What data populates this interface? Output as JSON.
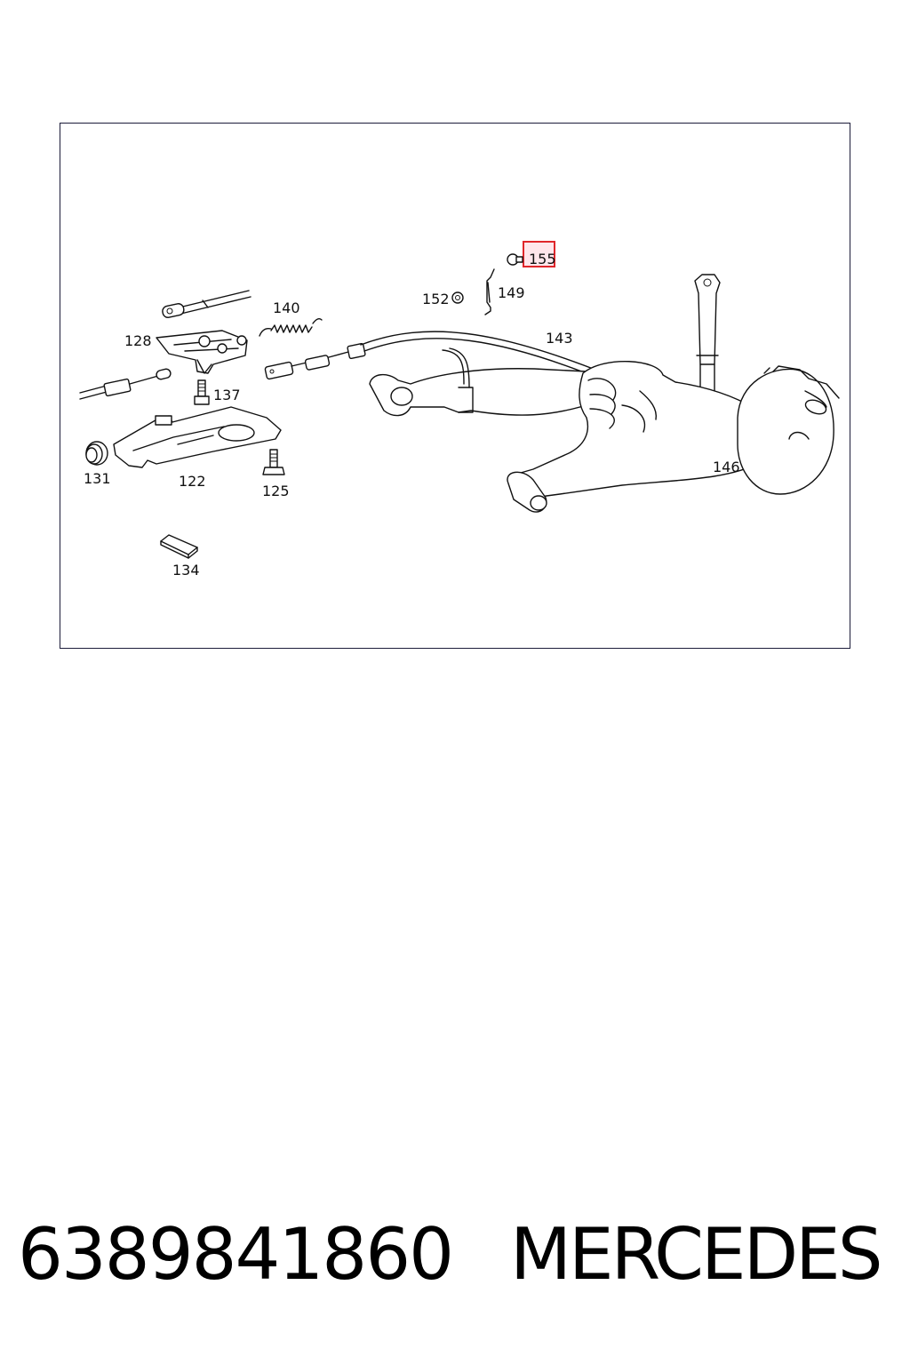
{
  "diagram": {
    "callouts": {
      "c122": "122",
      "c125": "125",
      "c128": "128",
      "c131": "131",
      "c134": "134",
      "c137": "137",
      "c140": "140",
      "c143": "143",
      "c146": "146",
      "c149": "149",
      "c152": "152",
      "c155": "155"
    },
    "highlighted_callout": "155",
    "highlight_color": "#e0262b"
  },
  "caption": {
    "part_number": "6389841860",
    "brand": "MERCEDES"
  }
}
